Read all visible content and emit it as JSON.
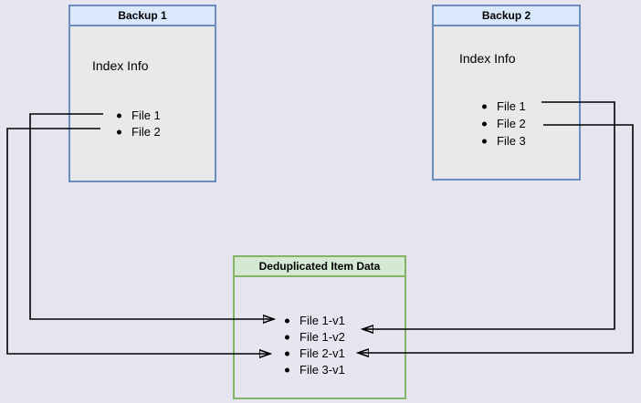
{
  "diagram": {
    "background_color": "#e6e5ef",
    "connector_color": "#000000"
  },
  "boxes": {
    "backup1": {
      "title": "Backup 1",
      "subtitle": "Index Info",
      "files": [
        "File 1",
        "File 2"
      ],
      "header_fill": "#dae8fc",
      "border_color": "#6c8ebf",
      "body_fill": "#e9e8ea"
    },
    "backup2": {
      "title": "Backup 2",
      "subtitle": "Index Info",
      "files": [
        "File 1",
        "File 2",
        "File 3"
      ],
      "header_fill": "#dae8fc",
      "border_color": "#6c8ebf",
      "body_fill": "#e9e8ea"
    },
    "dedup": {
      "title": "Deduplicated Item Data",
      "files": [
        "File 1-v1",
        "File 1-v2",
        "File 2-v1",
        "File 3-v1"
      ],
      "header_fill": "#d5e8d4",
      "border_color": "#82b366",
      "body_fill": "#e7e6f0"
    }
  },
  "connections": [
    {
      "from": "Backup 1 / File 1",
      "to": "File 1-v1",
      "route": "left"
    },
    {
      "from": "Backup 1 / File 2",
      "to": "File 2-v1",
      "route": "left"
    },
    {
      "from": "Backup 2 / File 1",
      "to": "File 1-v2",
      "route": "right"
    },
    {
      "from": "Backup 2 / File 2",
      "to": "File 2-v1",
      "route": "right"
    }
  ]
}
